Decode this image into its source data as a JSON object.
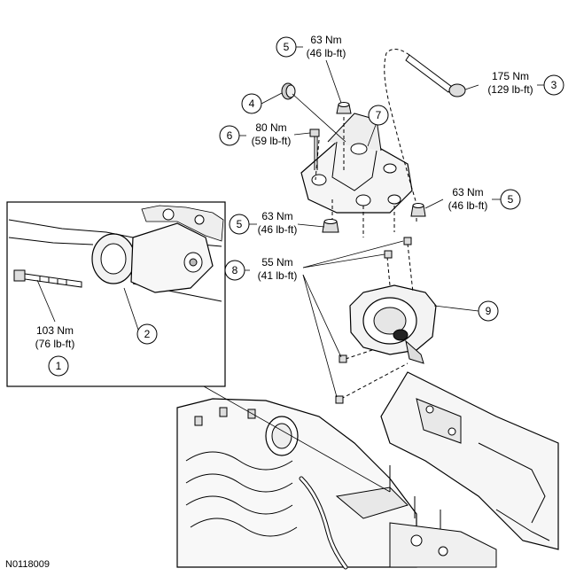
{
  "figure_id": "N0118009",
  "callouts": [
    {
      "id": "c1",
      "number": "1"
    },
    {
      "id": "c2",
      "number": "2"
    },
    {
      "id": "c3",
      "number": "3"
    },
    {
      "id": "c4",
      "number": "4"
    },
    {
      "id": "c5a",
      "number": "5"
    },
    {
      "id": "c5b",
      "number": "5"
    },
    {
      "id": "c5c",
      "number": "5"
    },
    {
      "id": "c6",
      "number": "6"
    },
    {
      "id": "c7",
      "number": "7"
    },
    {
      "id": "c8",
      "number": "8"
    },
    {
      "id": "c9",
      "number": "9"
    }
  ],
  "torque_specs": {
    "t103": {
      "nm": "103 Nm",
      "lbft": "(76 lb-ft)"
    },
    "t175": {
      "nm": "175 Nm",
      "lbft": "(129 lb-ft)"
    },
    "t63a": {
      "nm": "63 Nm",
      "lbft": "(46 lb-ft)"
    },
    "t63b": {
      "nm": "63 Nm",
      "lbft": "(46 lb-ft)"
    },
    "t63c": {
      "nm": "63 Nm",
      "lbft": "(46 lb-ft)"
    },
    "t80": {
      "nm": "80 Nm",
      "lbft": "(59 lb-ft)"
    },
    "t55": {
      "nm": "55 Nm",
      "lbft": "(41 lb-ft)"
    }
  }
}
